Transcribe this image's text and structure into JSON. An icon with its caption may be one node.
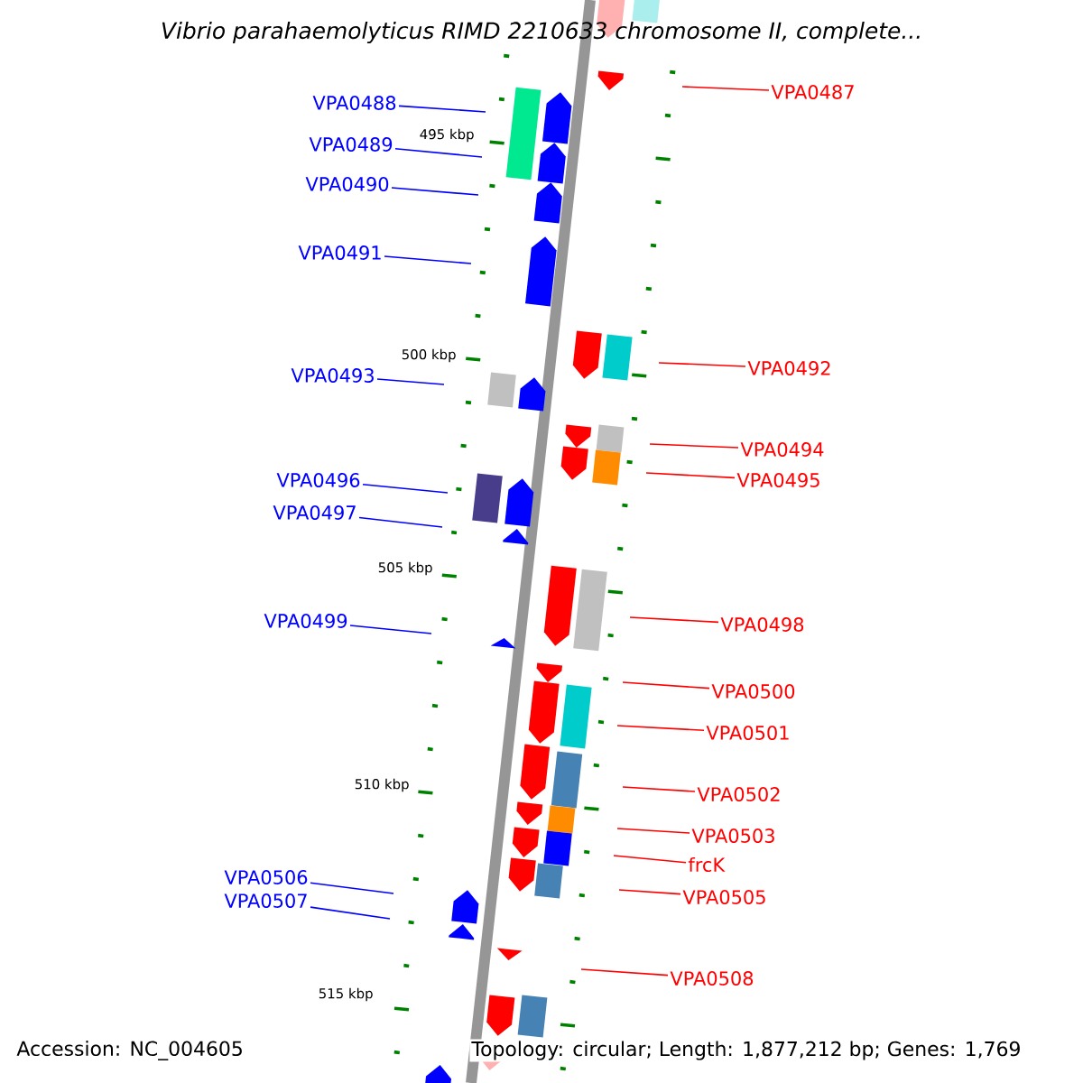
{
  "diagram": {
    "title": "Vibrio parahaemolyticus RIMD 2210633 chromosome II, complete...",
    "nodes": [
      {
        "text": [
          "VPA0487"
        ]
      },
      {
        "text": [
          "VPA0488"
        ]
      },
      {
        "text": [
          "VPA0489"
        ]
      },
      {
        "text": [
          "VPA0490"
        ]
      },
      {
        "text": [
          "VPA0491"
        ]
      },
      {
        "text": [
          "VPA0492"
        ]
      },
      {
        "text": [
          "VPA0493"
        ]
      },
      {
        "text": [
          "VPA0494"
        ]
      },
      {
        "text": [
          "VPA0495"
        ]
      },
      {
        "text": [
          "VPA0496"
        ]
      },
      {
        "text": [
          "VPA0497"
        ]
      },
      {
        "text": [
          "VPA0499"
        ]
      },
      {
        "text": [
          "VPA0498"
        ]
      },
      {
        "text": [
          "VPA0500"
        ]
      },
      {
        "text": [
          "VPA0501"
        ]
      },
      {
        "text": [
          "VPA0502"
        ]
      },
      {
        "text": [
          "VPA0503"
        ]
      },
      {
        "text": [
          "frcK"
        ]
      },
      {
        "text": [
          "VPA0506"
        ]
      },
      {
        "text": [
          "VPA0505"
        ]
      },
      {
        "text": [
          "VPA0507"
        ]
      },
      {
        "text": [
          "VPA0508"
        ]
      }
    ],
    "edges": [
      {
        "from": 0,
        "to": null,
        "arrow": "none"
      },
      {
        "from": 1,
        "to": null,
        "arrow": "none",
        "color": "#0000ff"
      },
      {
        "from": 2,
        "to": null,
        "arrow": "none",
        "color": "#0000ff"
      },
      {
        "from": 3,
        "to": null,
        "arrow": "none",
        "color": "#0000ff"
      },
      {
        "from": 4,
        "to": null,
        "arrow": "none",
        "color": "#0000ff"
      },
      {
        "from": 5,
        "to": null,
        "arrow": "none"
      },
      {
        "from": 6,
        "to": null,
        "arrow": "none",
        "color": "#0000ff"
      },
      {
        "from": 7,
        "to": null,
        "arrow": "none"
      },
      {
        "from": 8,
        "to": null,
        "arrow": "none"
      },
      {
        "from": 9,
        "to": null,
        "arrow": "none",
        "color": "#0000ff"
      },
      {
        "from": 10,
        "to": null,
        "arrow": "none",
        "color": "#0000ff"
      },
      {
        "from": 11,
        "to": null,
        "arrow": "none",
        "color": "#0000ff"
      },
      {
        "from": 12,
        "to": null,
        "arrow": "none"
      },
      {
        "from": 13,
        "to": null,
        "arrow": "none"
      },
      {
        "from": 14,
        "to": null,
        "arrow": "none"
      },
      {
        "from": 15,
        "to": null,
        "arrow": "none"
      },
      {
        "from": 16,
        "to": null,
        "arrow": "none"
      },
      {
        "from": 17,
        "to": null,
        "arrow": "none"
      },
      {
        "from": 18,
        "to": null,
        "arrow": "none",
        "color": "#0000ff"
      },
      {
        "from": 19,
        "to": null,
        "arrow": "none"
      },
      {
        "from": 20,
        "to": null,
        "arrow": "none",
        "color": "#0000ff"
      },
      {
        "from": 21,
        "to": null,
        "arrow": "none"
      }
    ],
    "labels": [
      "495 kbp",
      "500 kbp",
      "505 kbp",
      "510 kbp",
      "515 kbp",
      "Accession: NC_004605",
      "Topology: circular; Length: 1,877,212 bp; Genes: 1,769"
    ]
  }
}
